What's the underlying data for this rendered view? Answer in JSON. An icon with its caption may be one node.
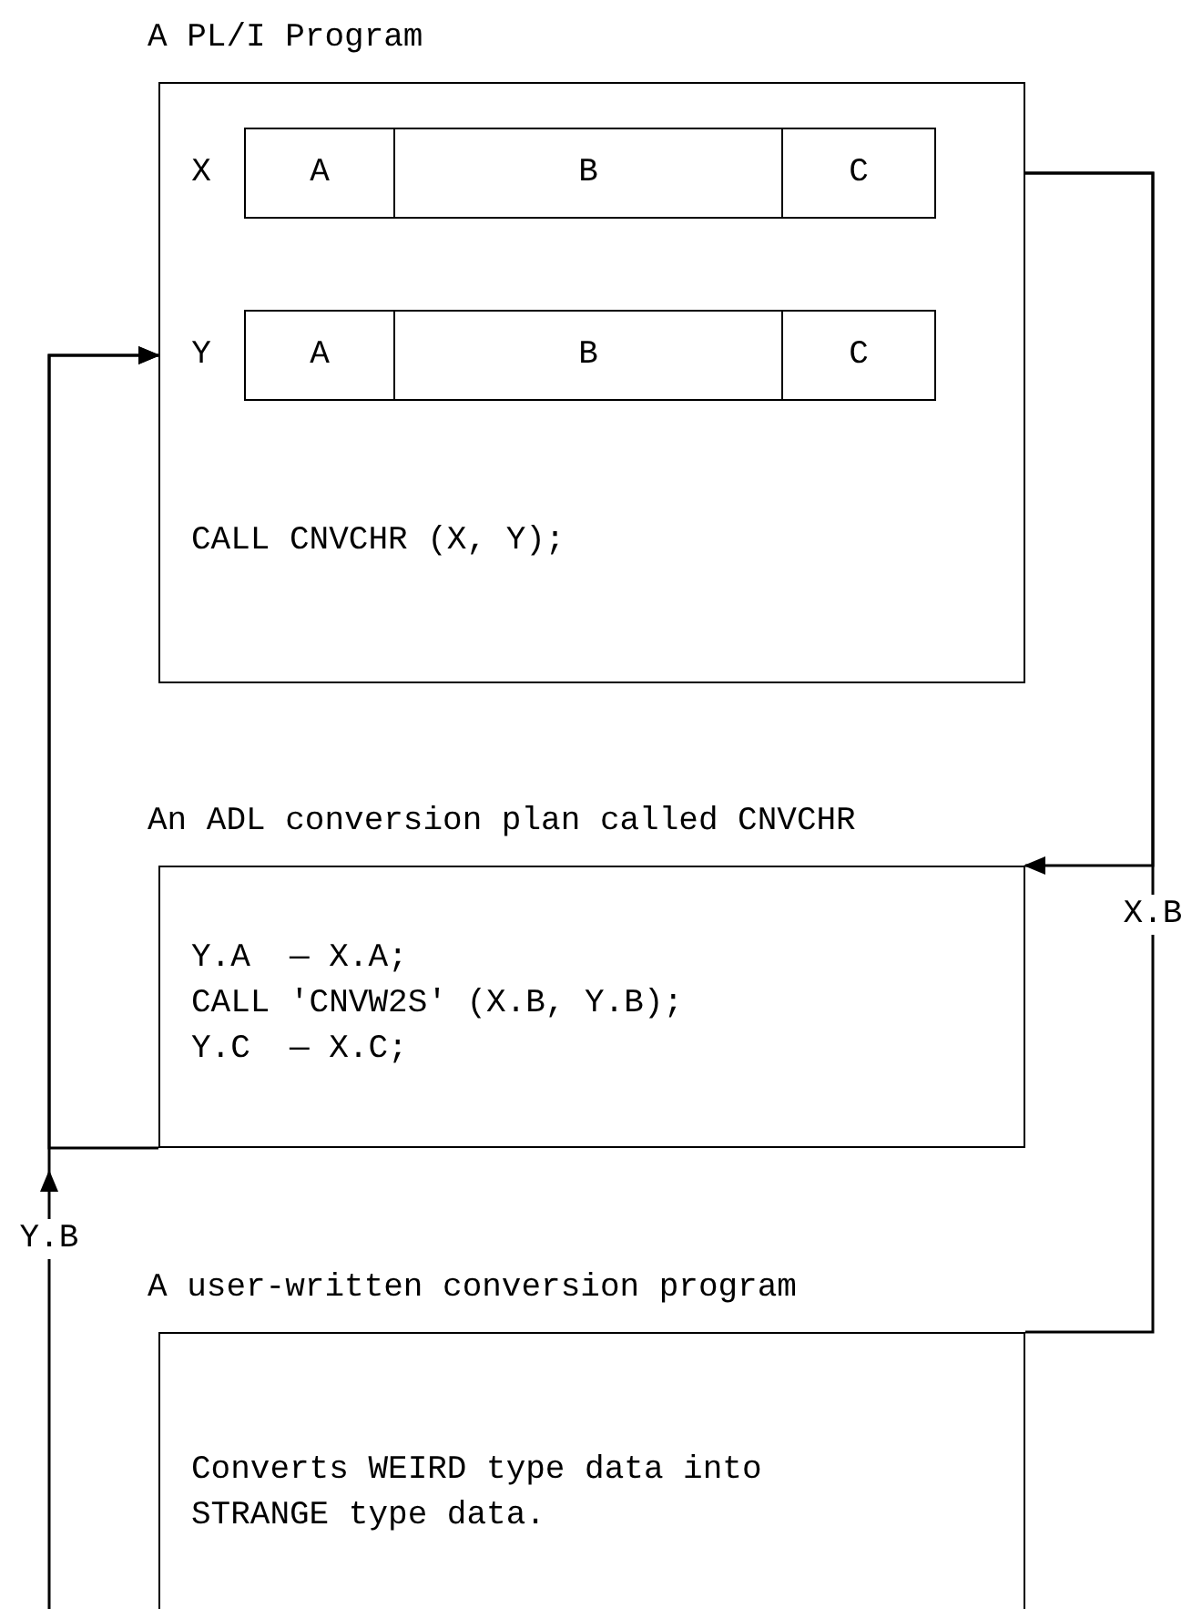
{
  "diagram": {
    "nodes": [
      {
        "text": [
          "A PL/I Program",
          "CALL CNVCHR (X, Y);"
        ]
      },
      {
        "text": [
          "X"
        ],
        "in": 0
      },
      {
        "text": [
          "A"
        ],
        "in": 1
      },
      {
        "text": [
          "B"
        ],
        "in": 1
      },
      {
        "text": [
          "C"
        ],
        "in": 1
      },
      {
        "text": [
          "Y"
        ],
        "in": 0
      },
      {
        "text": [
          "A"
        ],
        "in": 5
      },
      {
        "text": [
          "B"
        ],
        "in": 5
      },
      {
        "text": [
          "C"
        ],
        "in": 5
      },
      {
        "text": [
          "An ADL conversion plan called CNVCHR",
          "Y.A  — X.A;",
          "CALL 'CNVW2S' (X.B, Y.B);",
          "Y.C  — X.C;"
        ]
      },
      {
        "text": [
          "A user-written conversion program",
          "Converts WEIRD type data into STRANGE type data."
        ]
      }
    ],
    "edges": [
      {
        "from": 1,
        "to": 9,
        "arrow": "to",
        "label": "X.B"
      },
      {
        "from": 1,
        "to": 10,
        "arrow": "none"
      },
      {
        "from": 9,
        "to": 5,
        "arrow": "to"
      },
      {
        "from": null,
        "to": 5,
        "arrow": "to",
        "label": "Y.B"
      }
    ]
  }
}
